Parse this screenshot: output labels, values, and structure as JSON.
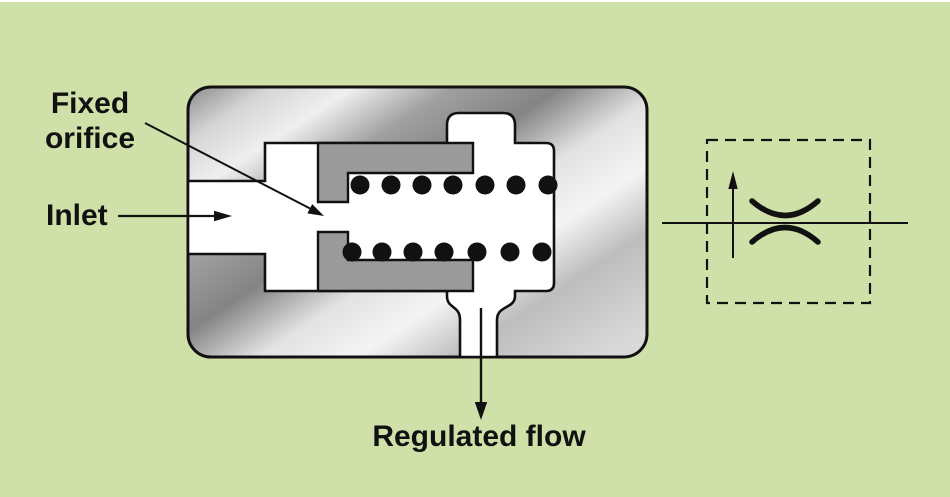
{
  "labels": {
    "fixed_orifice": "Fixed\norifice",
    "inlet": "Inlet",
    "regulated_flow": "Regulated flow"
  },
  "colors": {
    "background": "#cfe1a8",
    "line": "#111111",
    "cavity": "#ffffff",
    "spool": "#9a9a9a",
    "metal_dark": "#848484",
    "metal_light": "#f4f4f4"
  },
  "spring": {
    "rows": 2,
    "coils_per_row": 7
  },
  "symbol": {
    "type": "fixed-orifice-restrictor",
    "border": "dashed"
  }
}
